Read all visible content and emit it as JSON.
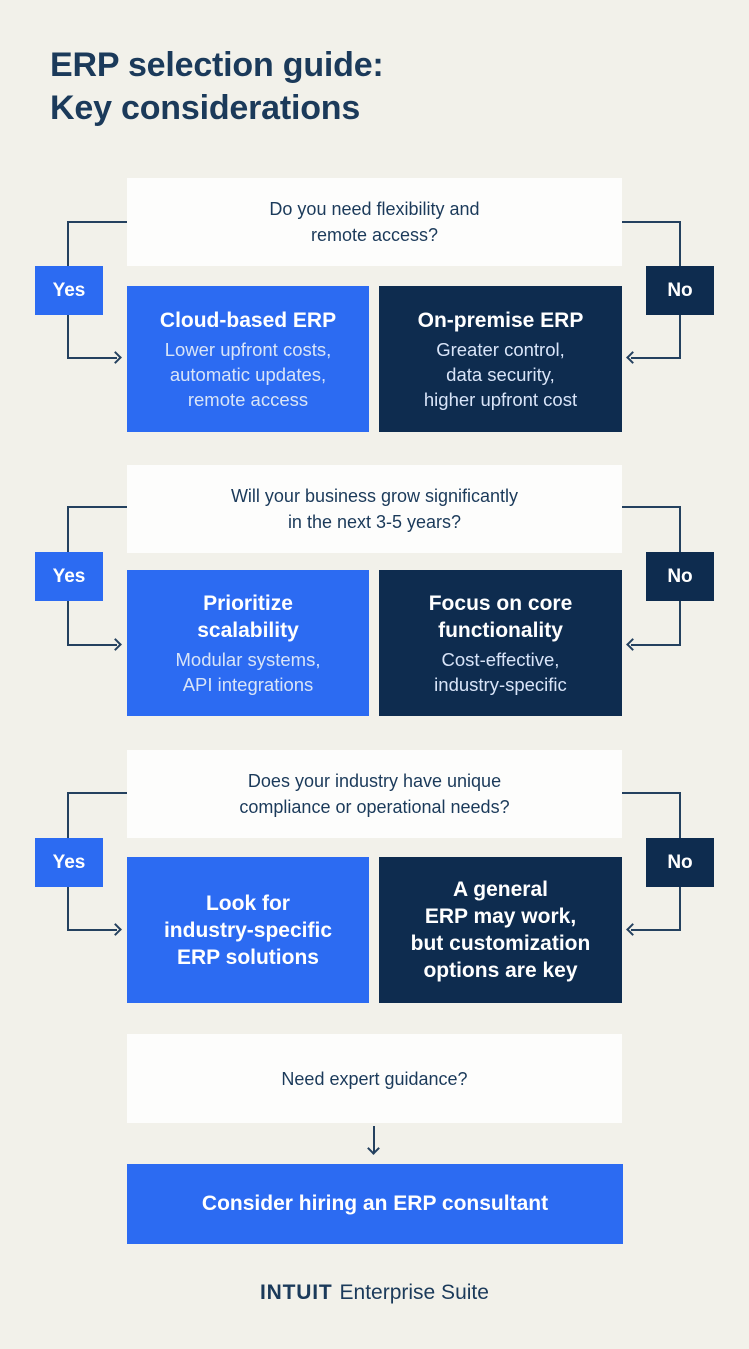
{
  "page": {
    "title": "ERP selection guide:\nKey considerations"
  },
  "labels": {
    "yes": "Yes",
    "no": "No"
  },
  "blocks": [
    {
      "question": "Do you need flexibility and\nremote access?",
      "yes_card": {
        "heading": "Cloud-based ERP",
        "body": "Lower upfront costs,\nautomatic updates,\nremote access"
      },
      "no_card": {
        "heading": "On-premise ERP",
        "body": "Greater control,\ndata security,\nhigher upfront cost"
      }
    },
    {
      "question": "Will your business grow significantly\nin the next 3-5 years?",
      "yes_card": {
        "heading": "Prioritize\nscalability",
        "body": "Modular systems,\nAPI integrations"
      },
      "no_card": {
        "heading": "Focus on core\nfunctionality",
        "body": "Cost-effective,\nindustry-specific"
      }
    },
    {
      "question": "Does your industry have unique\ncompliance or operational needs?",
      "yes_card": {
        "heading": "Look for\nindustry-specific\nERP solutions"
      },
      "no_card": {
        "heading": "A general\nERP may work,\nbut customization\noptions are key"
      }
    }
  ],
  "final": {
    "question": "Need expert guidance?",
    "cta": "Consider hiring an ERP consultant"
  },
  "footer": {
    "brand": "INTUIT",
    "suffix": "Enterprise Suite"
  },
  "colors": {
    "background": "#f2f1ea",
    "accent_blue": "#2c6bf2",
    "navy": "#0e2c4f",
    "text_navy": "#1b3a5a",
    "connector_line": "#24415f",
    "card_white": "#fdfdfc"
  }
}
